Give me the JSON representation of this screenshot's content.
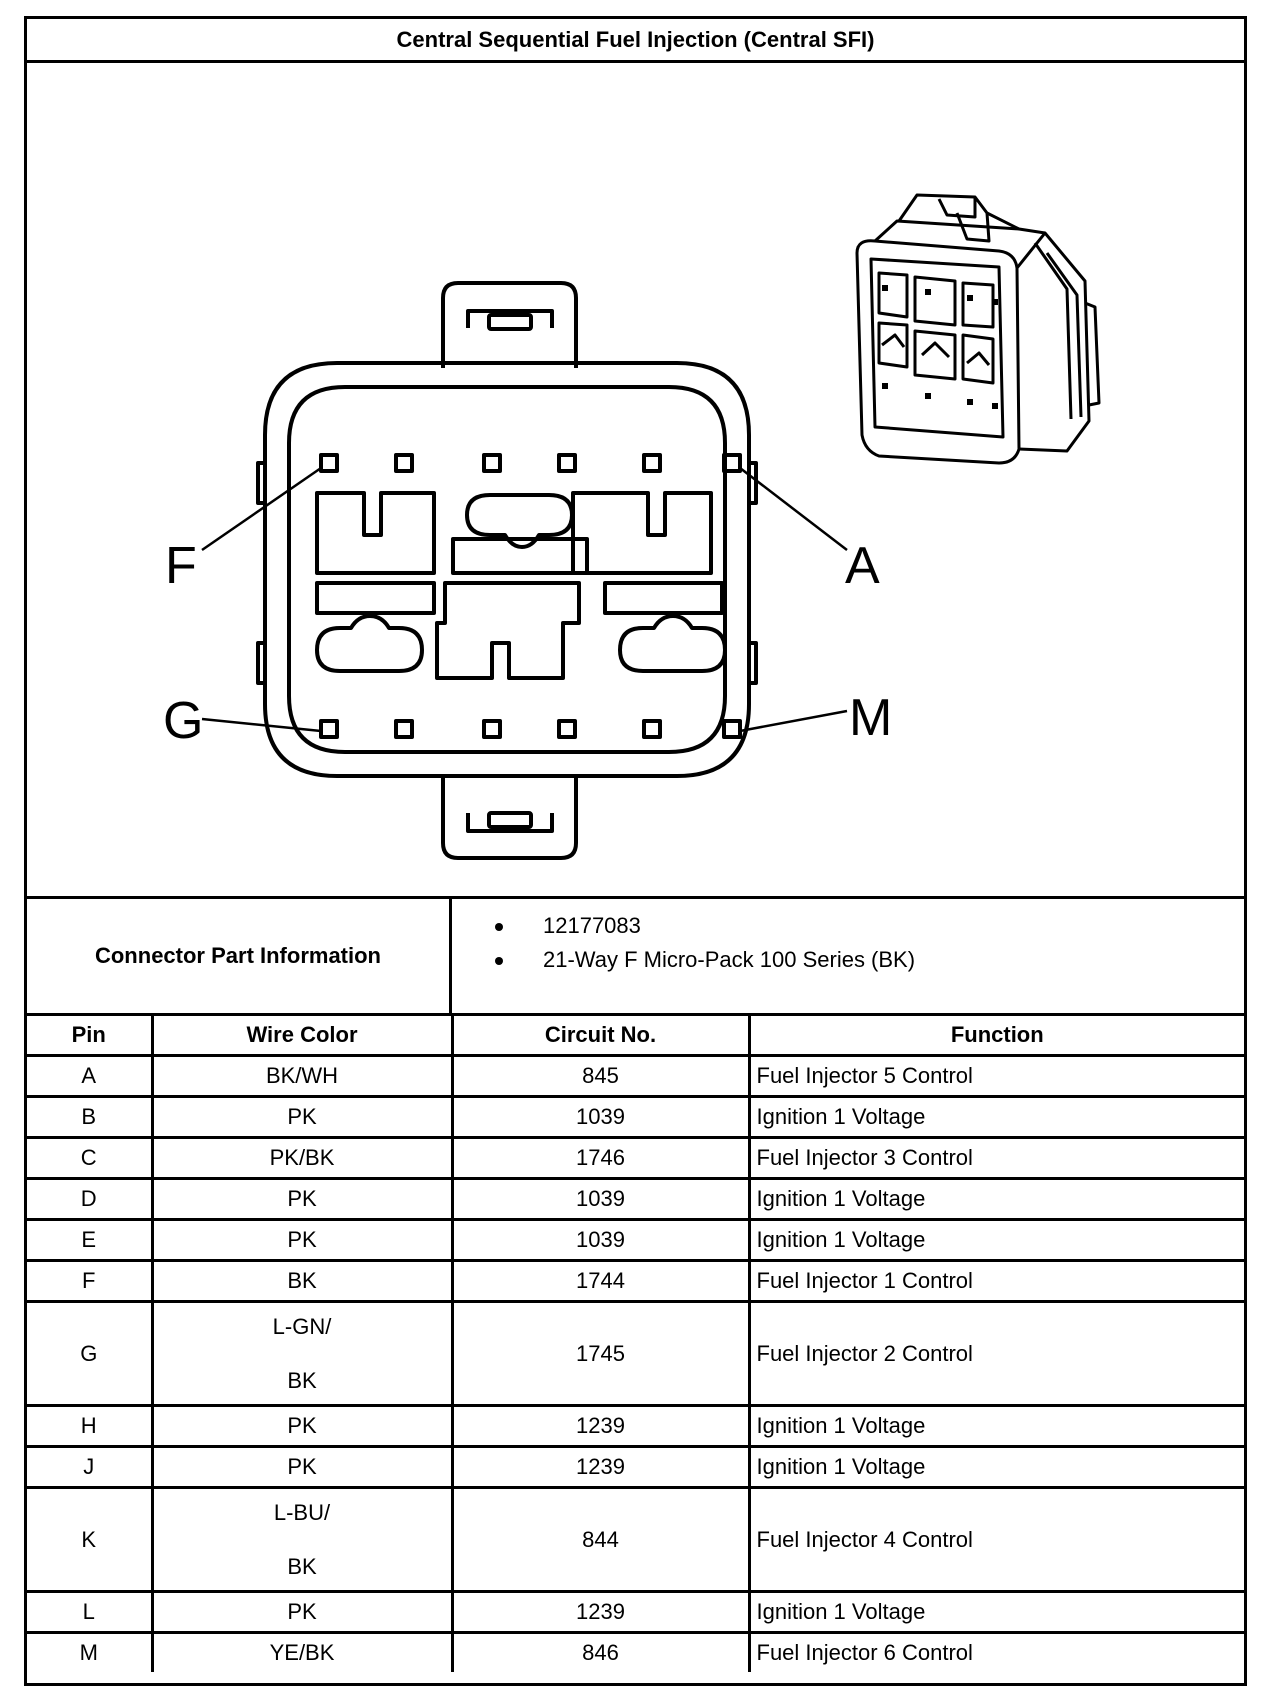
{
  "title": "Central Sequential Fuel Injection (Central SFI)",
  "diagram": {
    "pin_callouts": [
      "F",
      "A",
      "G",
      "M"
    ]
  },
  "connector_info": {
    "label": "Connector Part Information",
    "items": [
      "12177083",
      "21-Way F Micro-Pack 100 Series (BK)"
    ]
  },
  "table": {
    "headers": [
      "Pin",
      "Wire Color",
      "Circuit No.",
      "Function"
    ],
    "rows": [
      {
        "pin": "A",
        "wire": "BK/WH",
        "circuit": "845",
        "function": "Fuel Injector 5 Control"
      },
      {
        "pin": "B",
        "wire": "PK",
        "circuit": "1039",
        "function": "Ignition 1 Voltage"
      },
      {
        "pin": "C",
        "wire": "PK/BK",
        "circuit": "1746",
        "function": "Fuel Injector 3 Control"
      },
      {
        "pin": "D",
        "wire": "PK",
        "circuit": "1039",
        "function": "Ignition 1 Voltage"
      },
      {
        "pin": "E",
        "wire": "PK",
        "circuit": "1039",
        "function": "Ignition 1 Voltage"
      },
      {
        "pin": "F",
        "wire": "BK",
        "circuit": "1744",
        "function": "Fuel Injector 1 Control"
      },
      {
        "pin": "G",
        "wire_top": "L-GN/",
        "wire_bottom": "BK",
        "circuit": "1745",
        "function": "Fuel Injector 2 Control"
      },
      {
        "pin": "H",
        "wire": "PK",
        "circuit": "1239",
        "function": "Ignition 1 Voltage"
      },
      {
        "pin": "J",
        "wire": "PK",
        "circuit": "1239",
        "function": "Ignition 1 Voltage"
      },
      {
        "pin": "K",
        "wire_top": "L-BU/",
        "wire_bottom": "BK",
        "circuit": "844",
        "function": "Fuel Injector 4 Control"
      },
      {
        "pin": "L",
        "wire": "PK",
        "circuit": "1239",
        "function": "Ignition 1 Voltage"
      },
      {
        "pin": "M",
        "wire": "YE/BK",
        "circuit": "846",
        "function": "Fuel Injector 6 Control"
      }
    ]
  }
}
